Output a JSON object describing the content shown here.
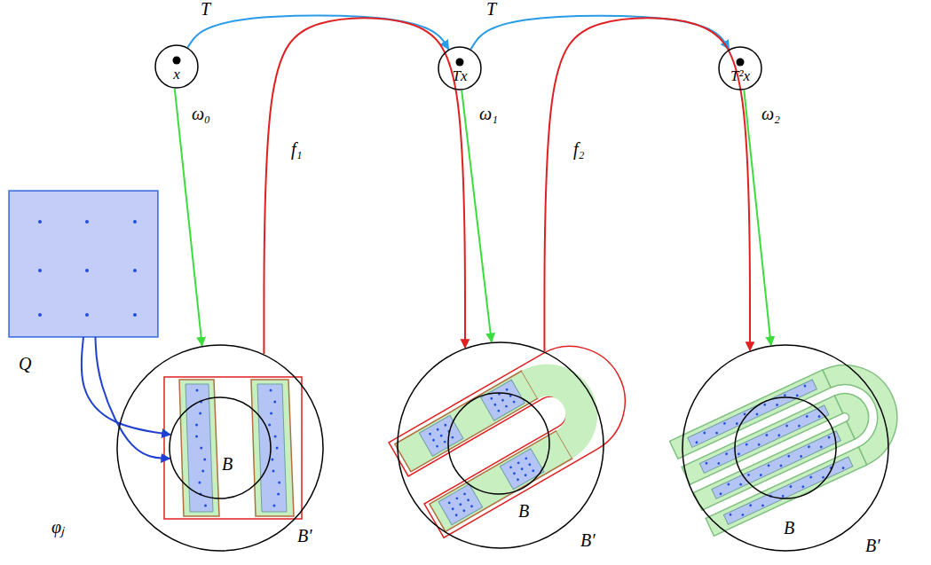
{
  "diagram": {
    "nodes": [
      {
        "text": [
          "x"
        ]
      },
      {
        "text": [
          "Tx"
        ]
      },
      {
        "text": [
          "T²x"
        ]
      },
      {
        "text": [
          "Q"
        ]
      },
      {
        "text": [
          "B′"
        ]
      },
      {
        "text": [
          "B"
        ],
        "in": 4
      },
      {
        "text": [
          "B′"
        ]
      },
      {
        "text": [
          "B"
        ],
        "in": 6
      },
      {
        "text": [
          "B′"
        ]
      },
      {
        "text": [
          "B"
        ],
        "in": 8
      }
    ],
    "edges": [
      {
        "from": 0,
        "to": 1,
        "arrow": "to",
        "label": "T"
      },
      {
        "from": 1,
        "to": 2,
        "arrow": "to",
        "label": "T"
      },
      {
        "from": 0,
        "to": 4,
        "arrow": "to",
        "label": "ω₀"
      },
      {
        "from": 1,
        "to": 6,
        "arrow": "to",
        "label": "ω₁"
      },
      {
        "from": 2,
        "to": 8,
        "arrow": "to",
        "label": "ω₂"
      },
      {
        "from": 4,
        "to": 6,
        "arrow": "to",
        "label": "f₁"
      },
      {
        "from": 6,
        "to": 8,
        "arrow": "to",
        "label": "f₂"
      },
      {
        "from": 3,
        "to": 5,
        "arrow": "to",
        "label": "φⱼ"
      },
      {
        "from": 3,
        "to": 5,
        "arrow": "to"
      }
    ]
  }
}
